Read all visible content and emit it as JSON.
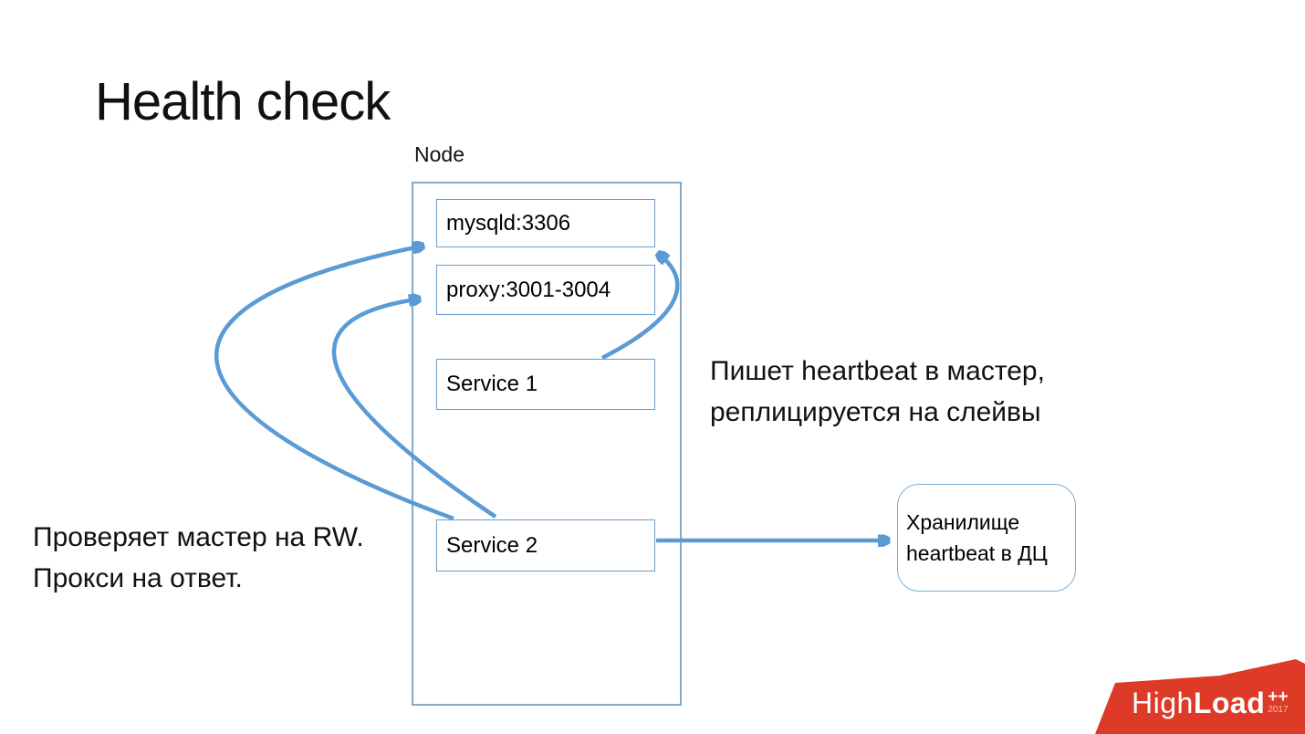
{
  "title": "Health check",
  "node": {
    "label": "Node",
    "boxes": [
      {
        "label": "mysqld:3306"
      },
      {
        "label": "proxy:3001-3004"
      },
      {
        "label": "Service 1"
      },
      {
        "label": "Service 2"
      }
    ]
  },
  "storage": {
    "line1": "Хранилище",
    "line2": "heartbeat в ДЦ"
  },
  "notes": {
    "right": {
      "line1": "Пишет heartbeat в мастер,",
      "line2": "реплицируется на слейвы"
    },
    "left": {
      "line1": "Проверяет мастер на RW.",
      "line2": "Прокси на ответ."
    }
  },
  "logo": {
    "name_light": "High",
    "name_bold": "Load",
    "suffix": "++",
    "year": "2017"
  },
  "colors": {
    "arrow": "#5b9bd5",
    "box_border": "#6c9bc9",
    "node_border": "#87a9c4",
    "logo_red": "#dd3a27",
    "text": "#1a1a1a"
  }
}
